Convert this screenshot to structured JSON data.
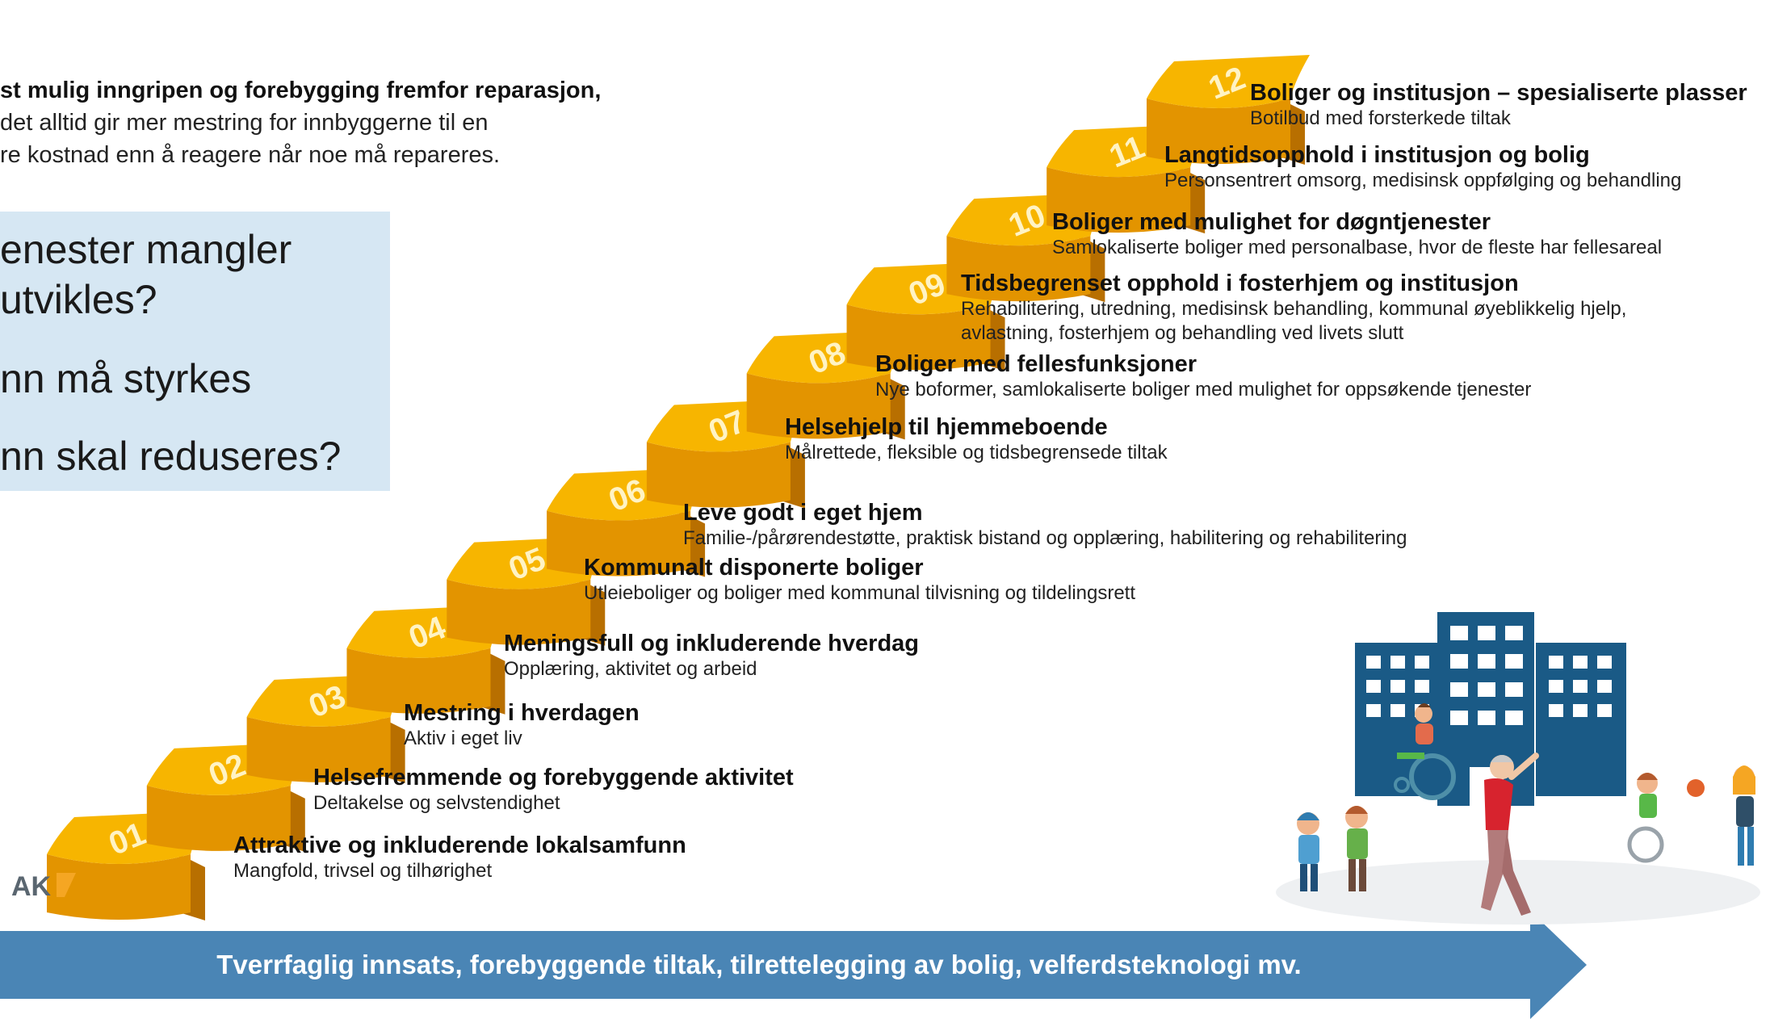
{
  "intro": {
    "line1": "st mulig inngripen og forebygging fremfor reparasjon,",
    "line2": " det alltid gir mer mestring for innbyggerne til en",
    "line3": "re kostnad enn å reagere når noe må repareres."
  },
  "questions": [
    "enester mangler",
    " utvikles?",
    "nn må styrkes",
    "nn skal reduseres?"
  ],
  "steps": [
    {
      "num": "01",
      "title": "Attraktive og inkluderende lokalsamfunn",
      "subtitle": "Mangfold, trivsel og tilhørighet"
    },
    {
      "num": "02",
      "title": "Helsefremmende og forebyggende aktivitet",
      "subtitle": "Deltakelse og selvstendighet"
    },
    {
      "num": "03",
      "title": "Mestring i hverdagen",
      "subtitle": "Aktiv i eget liv"
    },
    {
      "num": "04",
      "title": "Meningsfull og inkluderende hverdag",
      "subtitle": "Opplæring, aktivitet og arbeid"
    },
    {
      "num": "05",
      "title": "Kommunalt disponerte boliger",
      "subtitle": "Utleieboliger og boliger med kommunal tilvisning og tildelingsrett"
    },
    {
      "num": "06",
      "title": "Leve godt i eget hjem",
      "subtitle": "Familie-/pårørendestøtte, praktisk bistand og opplæring, habilitering og rehabilitering"
    },
    {
      "num": "07",
      "title": "Helsehjelp til hjemmeboende",
      "subtitle": "Målrettede, fleksible og tidsbegrensede tiltak"
    },
    {
      "num": "08",
      "title": "Boliger med fellesfunksjoner",
      "subtitle": "Nye boformer, samlokaliserte boliger med mulighet for oppsøkende tjenester"
    },
    {
      "num": "09",
      "title": "Tidsbegrenset opphold i fosterhjem og institusjon",
      "subtitle": "Rehabilitering, utredning, medisinsk behandling, kommunal øyeblikkelig hjelp,",
      "subtitle2": "avlastning, fosterhjem og behandling ved livets slutt"
    },
    {
      "num": "10",
      "title": "Boliger med mulighet for døgntjenester",
      "subtitle": "Samlokaliserte boliger med personalbase, hvor de fleste har fellesareal"
    },
    {
      "num": "11",
      "title": "Langtidsopphold i institusjon og bolig",
      "subtitle": "Personsentrert omsorg, medisinsk oppfølging og behandling"
    },
    {
      "num": "12",
      "title": "Boliger og institusjon – spesialiserte plasser",
      "subtitle": "Botilbud med forsterkede tiltak"
    }
  ],
  "arrow_text": "Tverrfaglig innsats, forebyggende tiltak, tilrettelegging av bolig,  velferdsteknologi mv.",
  "logo_text": "AKA",
  "colors": {
    "step_top": "#f7b500",
    "step_front": "#e39400",
    "step_shadow": "#b86f00",
    "step_number": "#fff3c4",
    "arrow": "#4a85b5",
    "question_box": "#d6e7f3",
    "building": "#1a5a86",
    "logo": "#f5a623"
  }
}
